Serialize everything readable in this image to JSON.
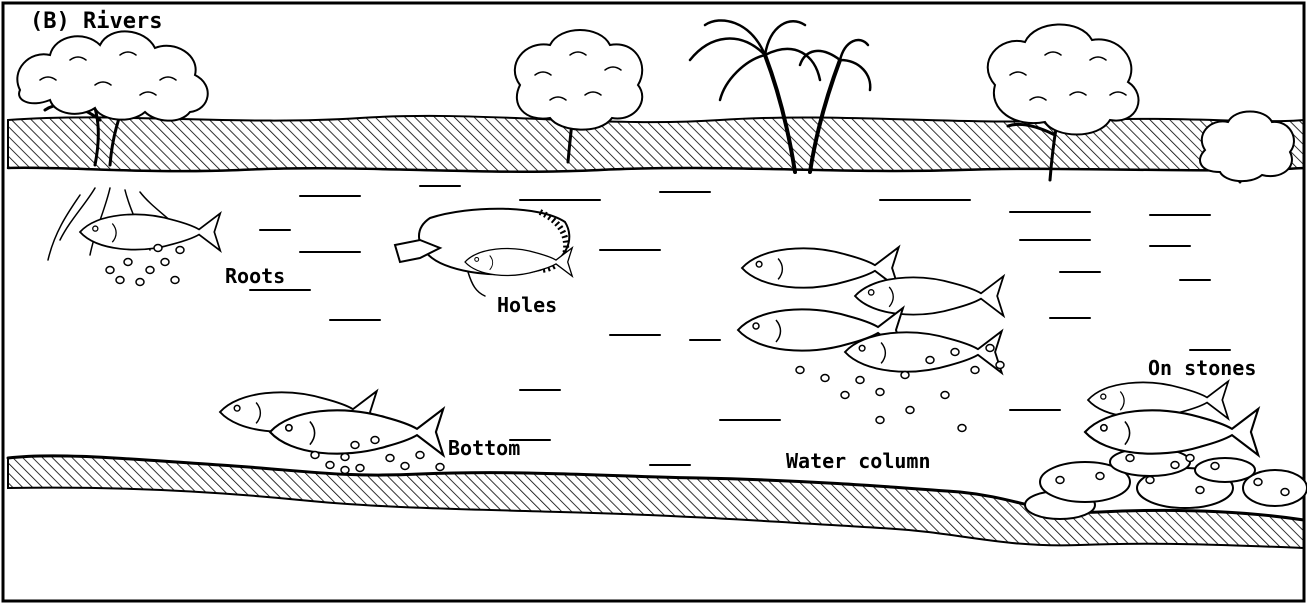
{
  "title": "(B) Rivers",
  "labels": {
    "roots": "Roots",
    "holes": "Holes",
    "bottom": "Bottom",
    "water_column": "Water column",
    "on_stones": "On stones"
  },
  "colors": {
    "ink": "#000000",
    "paper": "#ffffff"
  }
}
